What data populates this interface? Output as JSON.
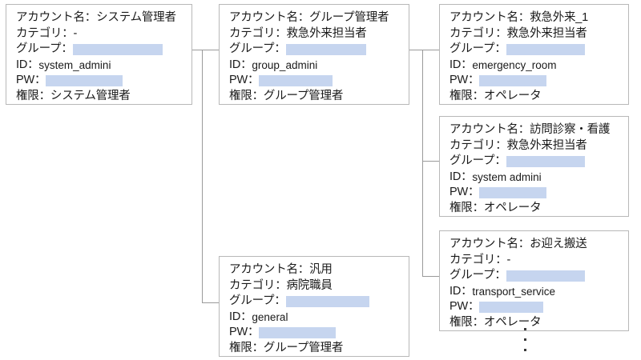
{
  "diagram": {
    "title": "account-hierarchy-diagram",
    "field_labels": {
      "account_name": "アカウント名：",
      "category": "カテゴリ：",
      "group": "グループ：",
      "id": "ID：",
      "pw": "PW：",
      "role": "権限："
    },
    "colors": {
      "redaction": "#c6d5ef",
      "card_border": "#b8b8b8",
      "connector": "#9a9a9a",
      "text": "#1a1a1a",
      "background": "#ffffff"
    },
    "cards": [
      {
        "key": "system-administrator",
        "account_name": "システム管理者",
        "category": "-",
        "group": "",
        "group_redacted": true,
        "group_redaction_width": 112,
        "id": "system_admini",
        "pw": "",
        "pw_redacted": true,
        "pw_redaction_width": 96,
        "role": "システム管理者"
      },
      {
        "key": "group-administrator",
        "account_name": "グループ管理者",
        "category": "救急外来担当者",
        "group": "",
        "group_redacted": true,
        "group_redaction_width": 100,
        "id": "group_admini",
        "pw": "",
        "pw_redacted": true,
        "pw_redaction_width": 92,
        "role": "グループ管理者"
      },
      {
        "key": "emergency-outpatient-1",
        "account_name": "救急外来_1",
        "category": "救急外来担当者",
        "group": "",
        "group_redacted": true,
        "group_redaction_width": 98,
        "id": "emergency_room",
        "pw": "",
        "pw_redacted": true,
        "pw_redaction_width": 84,
        "role": "オペレータ"
      },
      {
        "key": "home-visit-care-nursing",
        "account_name": "訪問診察・看護",
        "category": "救急外来担当者",
        "group": "",
        "group_redacted": true,
        "group_redaction_width": 98,
        "id": "system admini",
        "pw": "",
        "pw_redacted": true,
        "pw_redaction_width": 84,
        "role": "オペレータ"
      },
      {
        "key": "pickup-transport",
        "account_name": "お迎え搬送",
        "category": "-",
        "group": "",
        "group_redacted": true,
        "group_redaction_width": 98,
        "id": "transport_service",
        "pw": "",
        "pw_redacted": true,
        "pw_redaction_width": 80,
        "role": "オペレータ"
      },
      {
        "key": "general-purpose",
        "account_name": "汎用",
        "category": "病院職員",
        "group": "",
        "group_redacted": true,
        "group_redaction_width": 104,
        "id": "general",
        "pw": "",
        "pw_redacted": true,
        "pw_redaction_width": 96,
        "role": "グループ管理者"
      }
    ],
    "ellipsis": {
      "label": "continues-below",
      "dot_count": 3
    }
  }
}
